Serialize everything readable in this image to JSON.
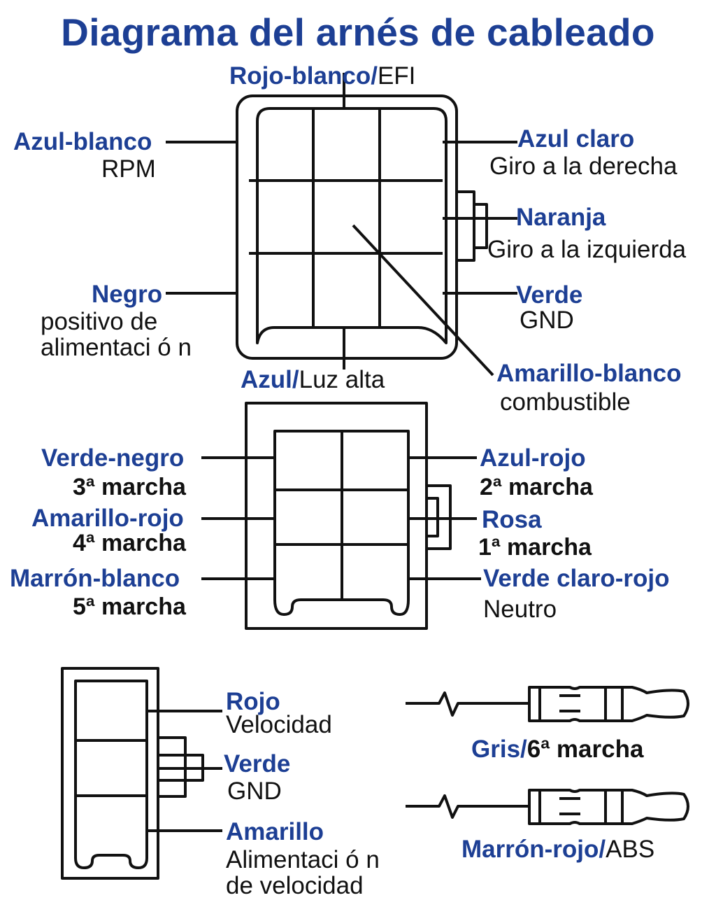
{
  "title": "Diagrama del arnés de cableado",
  "colors": {
    "label_blue": "#1d3f94",
    "line": "#111111"
  },
  "connector_9pin": {
    "top": {
      "wire": "Rojo-blanco",
      "sep": "/",
      "function": "EFI"
    },
    "left_1": {
      "wire": "Azul-blanco",
      "function": "RPM"
    },
    "left_2": {
      "wire": "Negro",
      "function_l1": "positivo de",
      "function_l2": "alimentaci ó n"
    },
    "bottom": {
      "wire": "Azul",
      "sep": "/",
      "function": "Luz alta"
    },
    "right_1": {
      "wire": "Azul claro",
      "function": "Giro a la derecha"
    },
    "right_2": {
      "wire": "Naranja",
      "function": "Giro a la izquierda"
    },
    "right_3": {
      "wire": "Verde",
      "function": "GND"
    },
    "center": {
      "wire": "Amarillo-blanco",
      "function": "combustible"
    }
  },
  "connector_6pin": {
    "left_1": {
      "wire": "Verde-negro",
      "function": "3ª marcha"
    },
    "left_2": {
      "wire": "Amarillo-rojo",
      "function": "4ª marcha"
    },
    "left_3": {
      "wire": "Marrón-blanco",
      "function": "5ª marcha"
    },
    "right_1": {
      "wire": "Azul-rojo",
      "function": "2ª marcha"
    },
    "right_2": {
      "wire": "Rosa",
      "function": "1ª marcha"
    },
    "right_3": {
      "wire": "Verde claro-rojo",
      "function": "Neutro"
    }
  },
  "connector_3pin": {
    "pin_1": {
      "wire": "Rojo",
      "function": "Velocidad"
    },
    "pin_2": {
      "wire": "Verde",
      "function": "GND"
    },
    "pin_3": {
      "wire": "Amarillo",
      "function_l1": "Alimentaci ó n",
      "function_l2": "de velocidad"
    }
  },
  "bullet_terminals": [
    {
      "wire": "Gris",
      "sep": "/",
      "function": "6ª marcha"
    },
    {
      "wire": "Marrón-rojo",
      "sep": "/",
      "function": "ABS"
    }
  ]
}
